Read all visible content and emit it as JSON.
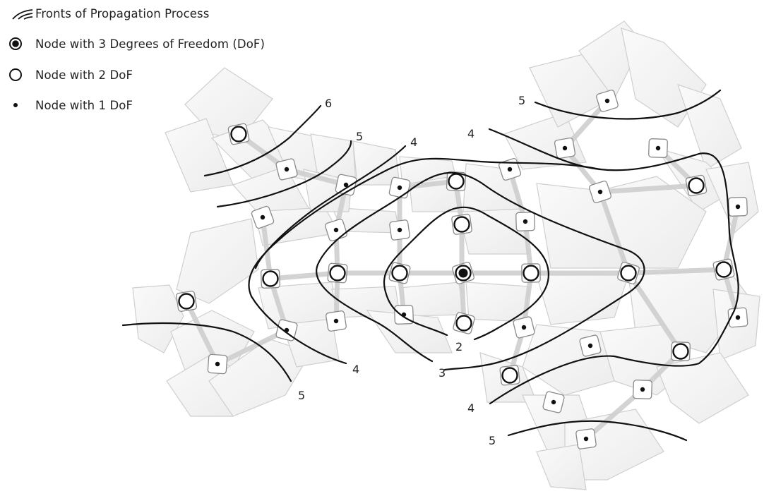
{
  "legend": {
    "fronts": "Fronts of Propagation Process",
    "node3": "Node with 3 Degrees of Freedom (DoF)",
    "node2": "Node with 2 DoF",
    "node1": "Node with 1 DoF"
  },
  "front_labels": {
    "f6_top": "6",
    "f5_topleft": "5",
    "f4_topleft": "4",
    "f4_topmid": "4",
    "f5_topright": "5",
    "f2": "2",
    "f3": "3",
    "f4_bottomleft": "4",
    "f5_bottomleft": "5",
    "f4_bottomright": "4",
    "f5_bottomright": "5"
  },
  "colors": {
    "curve": "#111111",
    "panel_fill": "#f4f4f4",
    "panel_stroke": "#c9c9c9",
    "node_fill": "#ffffff"
  }
}
